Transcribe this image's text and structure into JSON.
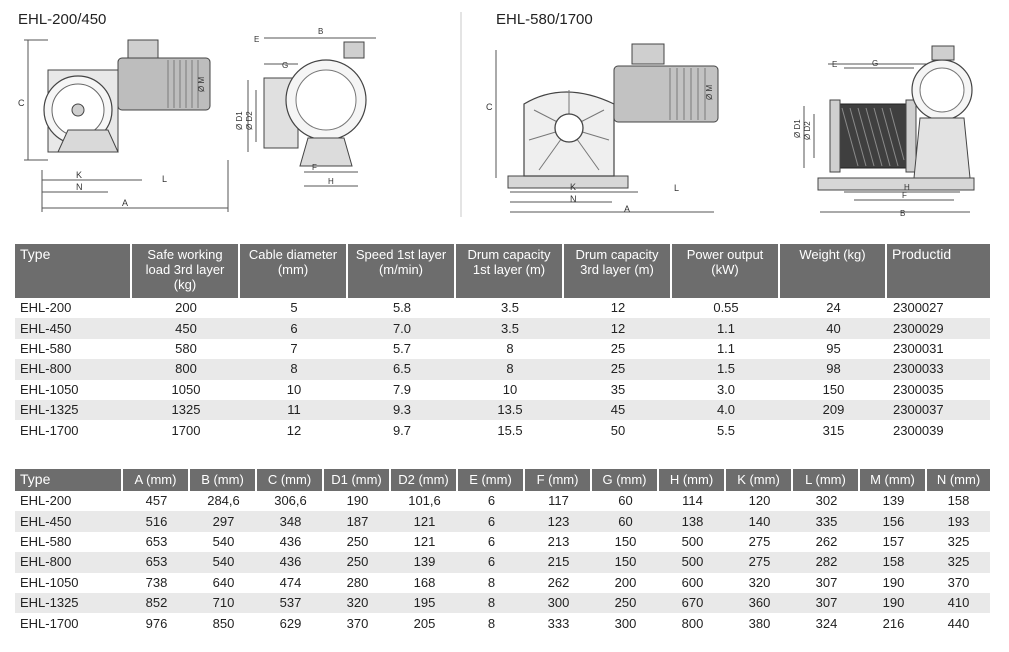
{
  "drawings": {
    "small": {
      "title": "EHL-200/450",
      "labels": {
        "B": "B",
        "E": "E",
        "G": "G",
        "C": "C",
        "M": "Ø M",
        "D1": "Ø D1",
        "D2": "Ø D2",
        "K": "K",
        "N": "N",
        "L": "L",
        "A": "A",
        "F": "F",
        "H": "H"
      }
    },
    "large": {
      "title": "EHL-580/1700",
      "labels": {
        "C": "C",
        "M": "Ø M",
        "K": "K",
        "N": "N",
        "L": "L",
        "A": "A",
        "E": "E",
        "G": "G",
        "D1": "Ø D1",
        "D2": "Ø D2",
        "H": "H",
        "F": "F",
        "B": "B"
      }
    }
  },
  "specs_table": {
    "headers": [
      "Type",
      "Safe working load 3rd layer (kg)",
      "Cable diameter (mm)",
      "Speed 1st layer (m/min)",
      "Drum capacity 1st layer (m)",
      "Drum capacity 3rd layer (m)",
      "Power output (kW)",
      "Weight (kg)",
      "Productid"
    ],
    "rows": [
      [
        "EHL-200",
        "200",
        "5",
        "5.8",
        "3.5",
        "12",
        "0.55",
        "24",
        "2300027"
      ],
      [
        "EHL-450",
        "450",
        "6",
        "7.0",
        "3.5",
        "12",
        "1.1",
        "40",
        "2300029"
      ],
      [
        "EHL-580",
        "580",
        "7",
        "5.7",
        "8",
        "25",
        "1.1",
        "95",
        "2300031"
      ],
      [
        "EHL-800",
        "800",
        "8",
        "6.5",
        "8",
        "25",
        "1.5",
        "98",
        "2300033"
      ],
      [
        "EHL-1050",
        "1050",
        "10",
        "7.9",
        "10",
        "35",
        "3.0",
        "150",
        "2300035"
      ],
      [
        "EHL-1325",
        "1325",
        "11",
        "9.3",
        "13.5",
        "45",
        "4.0",
        "209",
        "2300037"
      ],
      [
        "EHL-1700",
        "1700",
        "12",
        "9.7",
        "15.5",
        "50",
        "5.5",
        "315",
        "2300039"
      ]
    ]
  },
  "dims_table": {
    "headers": [
      "Type",
      "A (mm)",
      "B (mm)",
      "C (mm)",
      "D1 (mm)",
      "D2 (mm)",
      "E (mm)",
      "F (mm)",
      "G (mm)",
      "H (mm)",
      "K (mm)",
      "L (mm)",
      "M (mm)",
      "N (mm)"
    ],
    "rows": [
      [
        "EHL-200",
        "457",
        "284,6",
        "306,6",
        "190",
        "101,6",
        "6",
        "117",
        "60",
        "114",
        "120",
        "302",
        "139",
        "158"
      ],
      [
        "EHL-450",
        "516",
        "297",
        "348",
        "187",
        "121",
        "6",
        "123",
        "60",
        "138",
        "140",
        "335",
        "156",
        "193"
      ],
      [
        "EHL-580",
        "653",
        "540",
        "436",
        "250",
        "121",
        "6",
        "213",
        "150",
        "500",
        "275",
        "262",
        "157",
        "325"
      ],
      [
        "EHL-800",
        "653",
        "540",
        "436",
        "250",
        "139",
        "6",
        "215",
        "150",
        "500",
        "275",
        "282",
        "158",
        "325"
      ],
      [
        "EHL-1050",
        "738",
        "640",
        "474",
        "280",
        "168",
        "8",
        "262",
        "200",
        "600",
        "320",
        "307",
        "190",
        "370"
      ],
      [
        "EHL-1325",
        "852",
        "710",
        "537",
        "320",
        "195",
        "8",
        "300",
        "250",
        "670",
        "360",
        "307",
        "190",
        "410"
      ],
      [
        "EHL-1700",
        "976",
        "850",
        "629",
        "370",
        "205",
        "8",
        "333",
        "300",
        "800",
        "380",
        "324",
        "216",
        "440"
      ]
    ]
  }
}
